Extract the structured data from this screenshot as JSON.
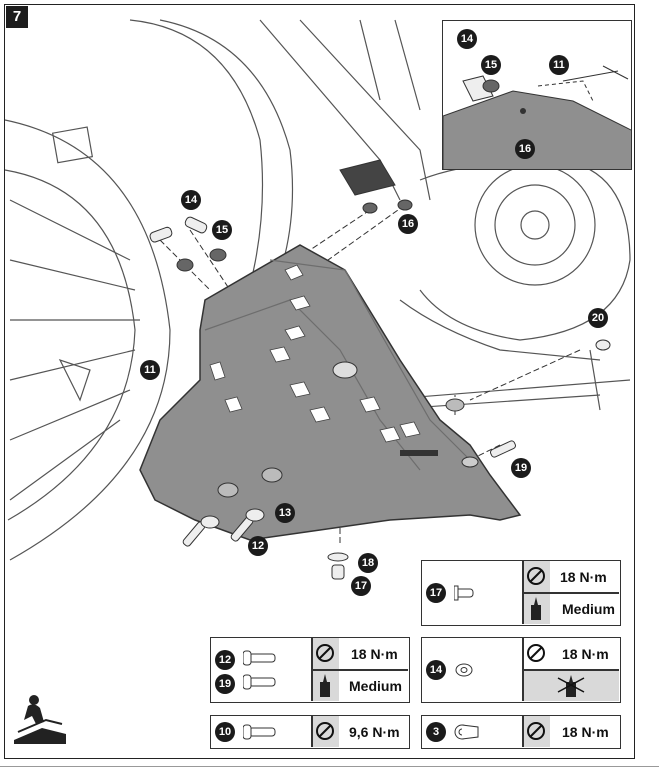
{
  "step": {
    "number": "7"
  },
  "callouts": {
    "c11_main": "11",
    "c12": "12",
    "c13": "13",
    "c14_top": "14",
    "c15_top": "15",
    "c16": "16",
    "c17": "17",
    "c18": "18",
    "c19": "19",
    "c20": "20",
    "inset_14": "14",
    "inset_15": "15",
    "inset_11": "11",
    "inset_16": "16"
  },
  "tables": {
    "t17": {
      "id": "17",
      "torque": "18 N·m",
      "threadlock": "Medium"
    },
    "t12_19": {
      "id_a": "12",
      "id_b": "19",
      "torque": "18 N·m",
      "threadlock": "Medium"
    },
    "t14": {
      "id": "14",
      "torque": "18 N·m"
    },
    "t10": {
      "id": "10",
      "torque": "9,6 N·m"
    },
    "t3": {
      "id": "3",
      "torque": "18 N·m"
    }
  },
  "icons": {
    "torque": "torque-wrench-icon",
    "threadlock": "threadlocker-bottle-icon",
    "no_threadlock": "no-threadlocker-icon",
    "workshop": "mechanic-workshop-icon"
  },
  "colors": {
    "plate": "#8f8f8f",
    "panel_grey": "#d9d9d9",
    "callout": "#1b1b1b"
  }
}
